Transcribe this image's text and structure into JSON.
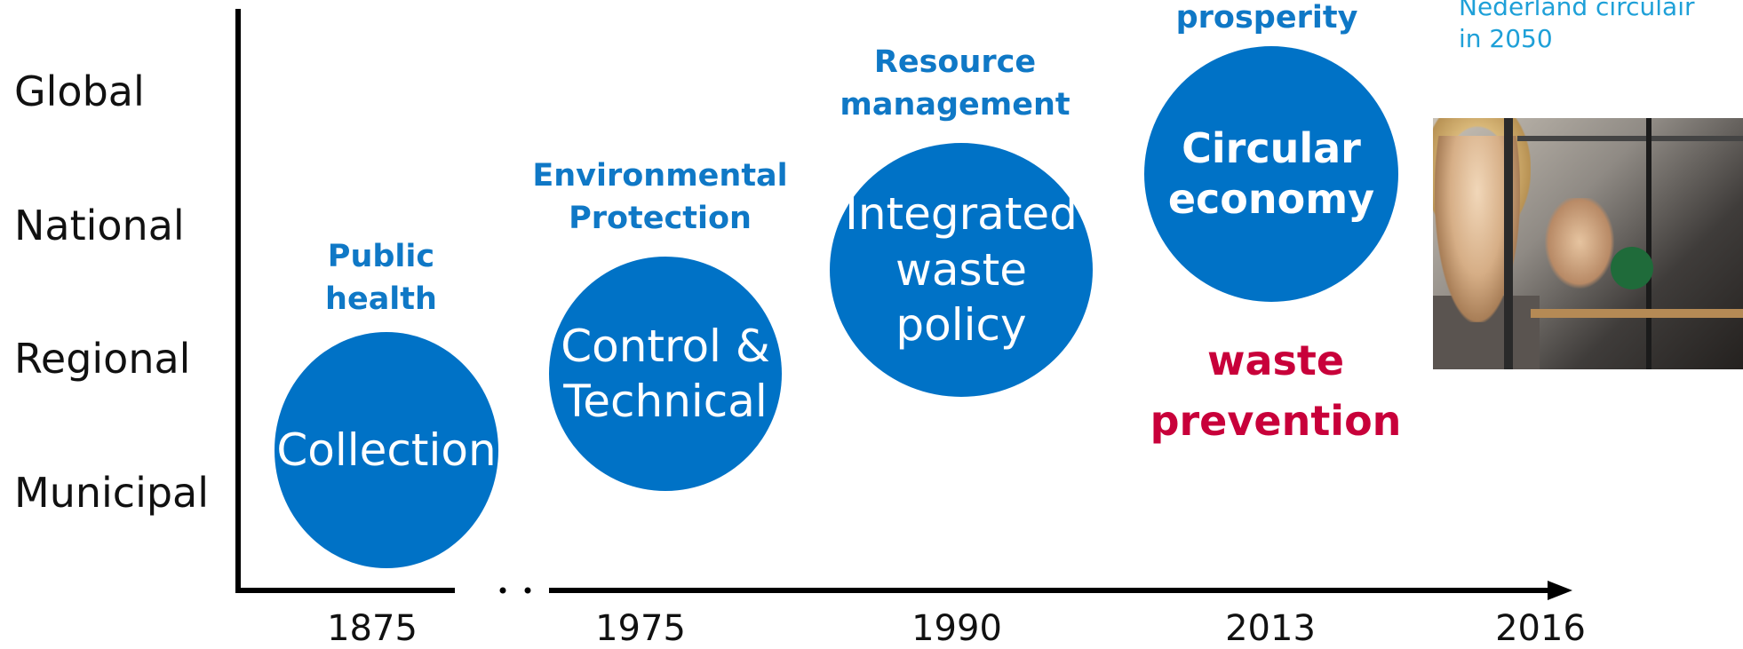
{
  "y_axis": {
    "levels": [
      "Global",
      "National",
      "Regional",
      "Municipal"
    ]
  },
  "x_axis": {
    "years": [
      "1875",
      "1975",
      "1990",
      "2013",
      "2016"
    ],
    "break_marker": ". ."
  },
  "eras": [
    {
      "heading": [
        "Public",
        "health"
      ],
      "circle": [
        "Collection"
      ]
    },
    {
      "heading": [
        "Environmental",
        "Protection"
      ],
      "circle": [
        "Control &",
        "Technical"
      ]
    },
    {
      "heading": [
        "Resource",
        "management"
      ],
      "circle": [
        "Integrated",
        "waste",
        "policy"
      ]
    },
    {
      "heading": [
        "prosperity"
      ],
      "circle": [
        "Circular",
        "economy"
      ]
    }
  ],
  "prevention": [
    "waste",
    "prevention"
  ],
  "corner_caption": [
    "Nederland circulair",
    "in 2050"
  ],
  "photo": {
    "icon": "students-3d-printer-photo"
  },
  "colors": {
    "circle": "#0072c6",
    "heading": "#0f78c6",
    "prevention": "#c8003a",
    "corner": "#1ea0d8",
    "axis": "#000000"
  }
}
